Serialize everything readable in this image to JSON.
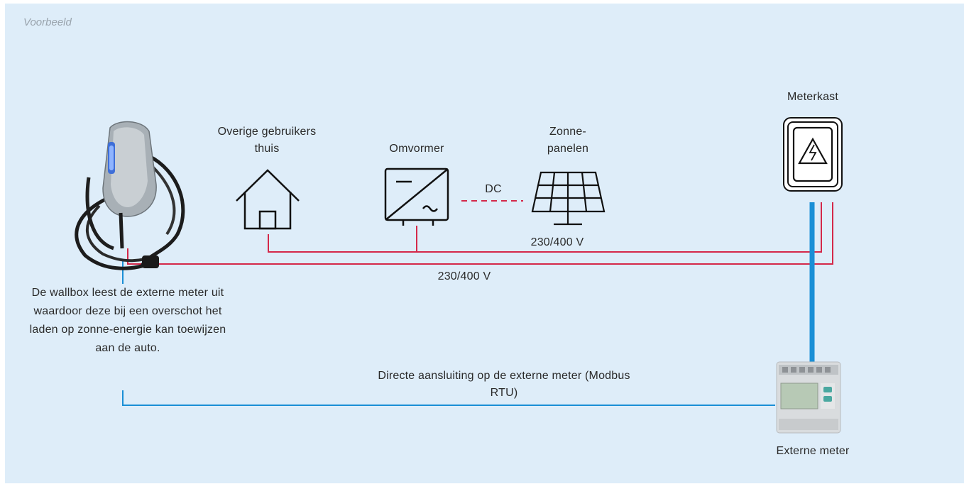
{
  "badge": "Voorbeeld",
  "labels": {
    "overige_1": "Overige gebruikers",
    "overige_2": "thuis",
    "omvormer": "Omvormer",
    "zonne_1": "Zonne-",
    "zonne_2": "panelen",
    "meterkast": "Meterkast",
    "dc": "DC",
    "voltage_upper": "230/400 V",
    "voltage_lower": "230/400 V",
    "externe_meter": "Externe meter",
    "wallbox_desc": "De wallbox leest de externe meter uit waardoor deze bij een overschot het laden op zonne-energie kan toewijzen aan de auto.",
    "connection_desc": "Directe aansluiting op de externe meter (Modbus RTU)"
  },
  "colors": {
    "background": "#deedf9",
    "power_line": "#d4284a",
    "data_line": "#1a8fd6",
    "icon_stroke": "#111111"
  },
  "icons": [
    "wallbox-image",
    "house-icon",
    "inverter-icon",
    "solar-panel-icon",
    "meter-cabinet-icon",
    "external-meter-image"
  ]
}
